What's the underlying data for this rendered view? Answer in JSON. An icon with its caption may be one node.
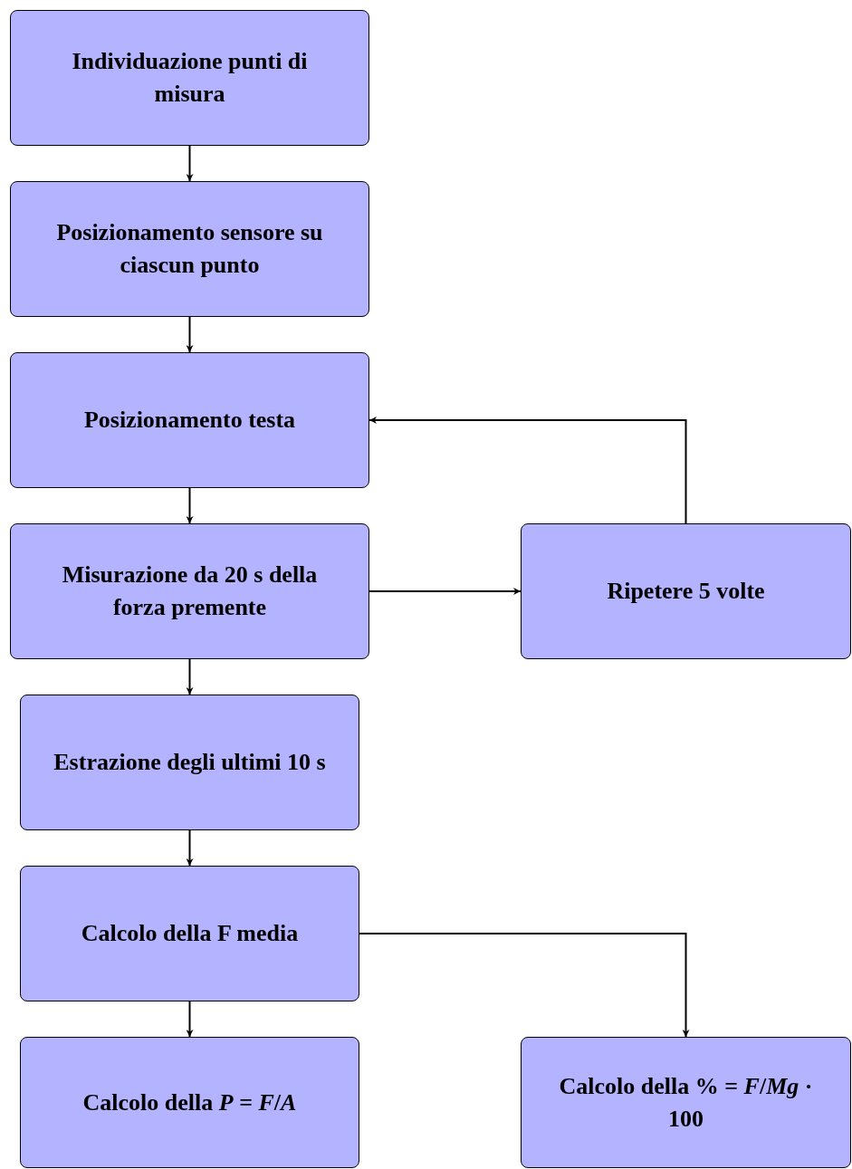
{
  "diagram": {
    "nodes": [
      {
        "text": [
          "Individuazione punti di misura"
        ]
      },
      {
        "text": [
          "Posizionamento sensore su ciascun punto"
        ]
      },
      {
        "text": [
          "Posizionamento testa"
        ]
      },
      {
        "text": [
          "Misurazione da 20 s della forza premente"
        ]
      },
      {
        "text": [
          "Ripetere 5 volte"
        ]
      },
      {
        "text": [
          "Estrazione degli ultimi 10 s"
        ]
      },
      {
        "text": [
          "Calcolo della F media"
        ]
      },
      {
        "text": [
          "Calcolo della *P* = *F*/*A*"
        ]
      },
      {
        "text": [
          "Calcolo della % = *F*/*Mg* · 100"
        ]
      }
    ],
    "edges": [
      {
        "from": 0,
        "to": 1,
        "arrow": "to"
      },
      {
        "from": 1,
        "to": 2,
        "arrow": "to"
      },
      {
        "from": 2,
        "to": 3,
        "arrow": "to"
      },
      {
        "from": 3,
        "to": 4,
        "arrow": "to"
      },
      {
        "from": 4,
        "to": 2,
        "arrow": "to"
      },
      {
        "from": 3,
        "to": 5,
        "arrow": "to"
      },
      {
        "from": 5,
        "to": 6,
        "arrow": "to"
      },
      {
        "from": 6,
        "to": 7,
        "arrow": "to"
      },
      {
        "from": 6,
        "to": 8,
        "arrow": "to"
      }
    ]
  }
}
